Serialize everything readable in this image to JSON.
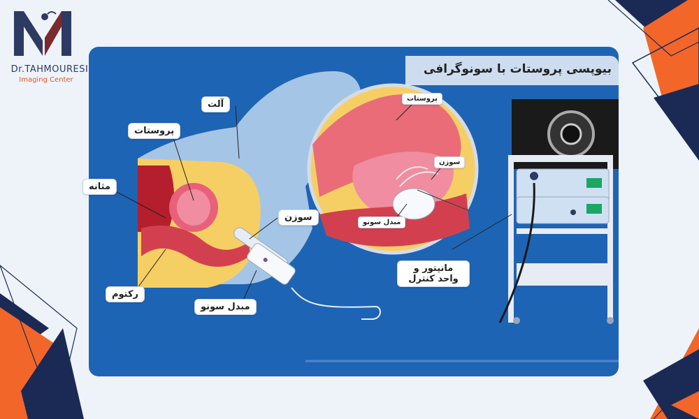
{
  "logo": {
    "brand": "Dr.TAHMOURESI",
    "subtitle": "Imaging Center"
  },
  "title": "بیوپسی پروستات با سونوگرافی",
  "labels": {
    "alat": "آلت",
    "prostate": "پروستات",
    "bladder": "مثانه",
    "needle": "سوزن",
    "rectum": "رکتوم",
    "transducer": "مبدل سونو",
    "zoom_prostate": "پروستات",
    "zoom_needle": "سوزن",
    "zoom_transducer": "مبدل سونو",
    "monitor": "مانیتور و واحد کنترل"
  },
  "colors": {
    "panel": "#1e64b4",
    "accent": "#f2662a",
    "navy": "#1b2a55"
  }
}
